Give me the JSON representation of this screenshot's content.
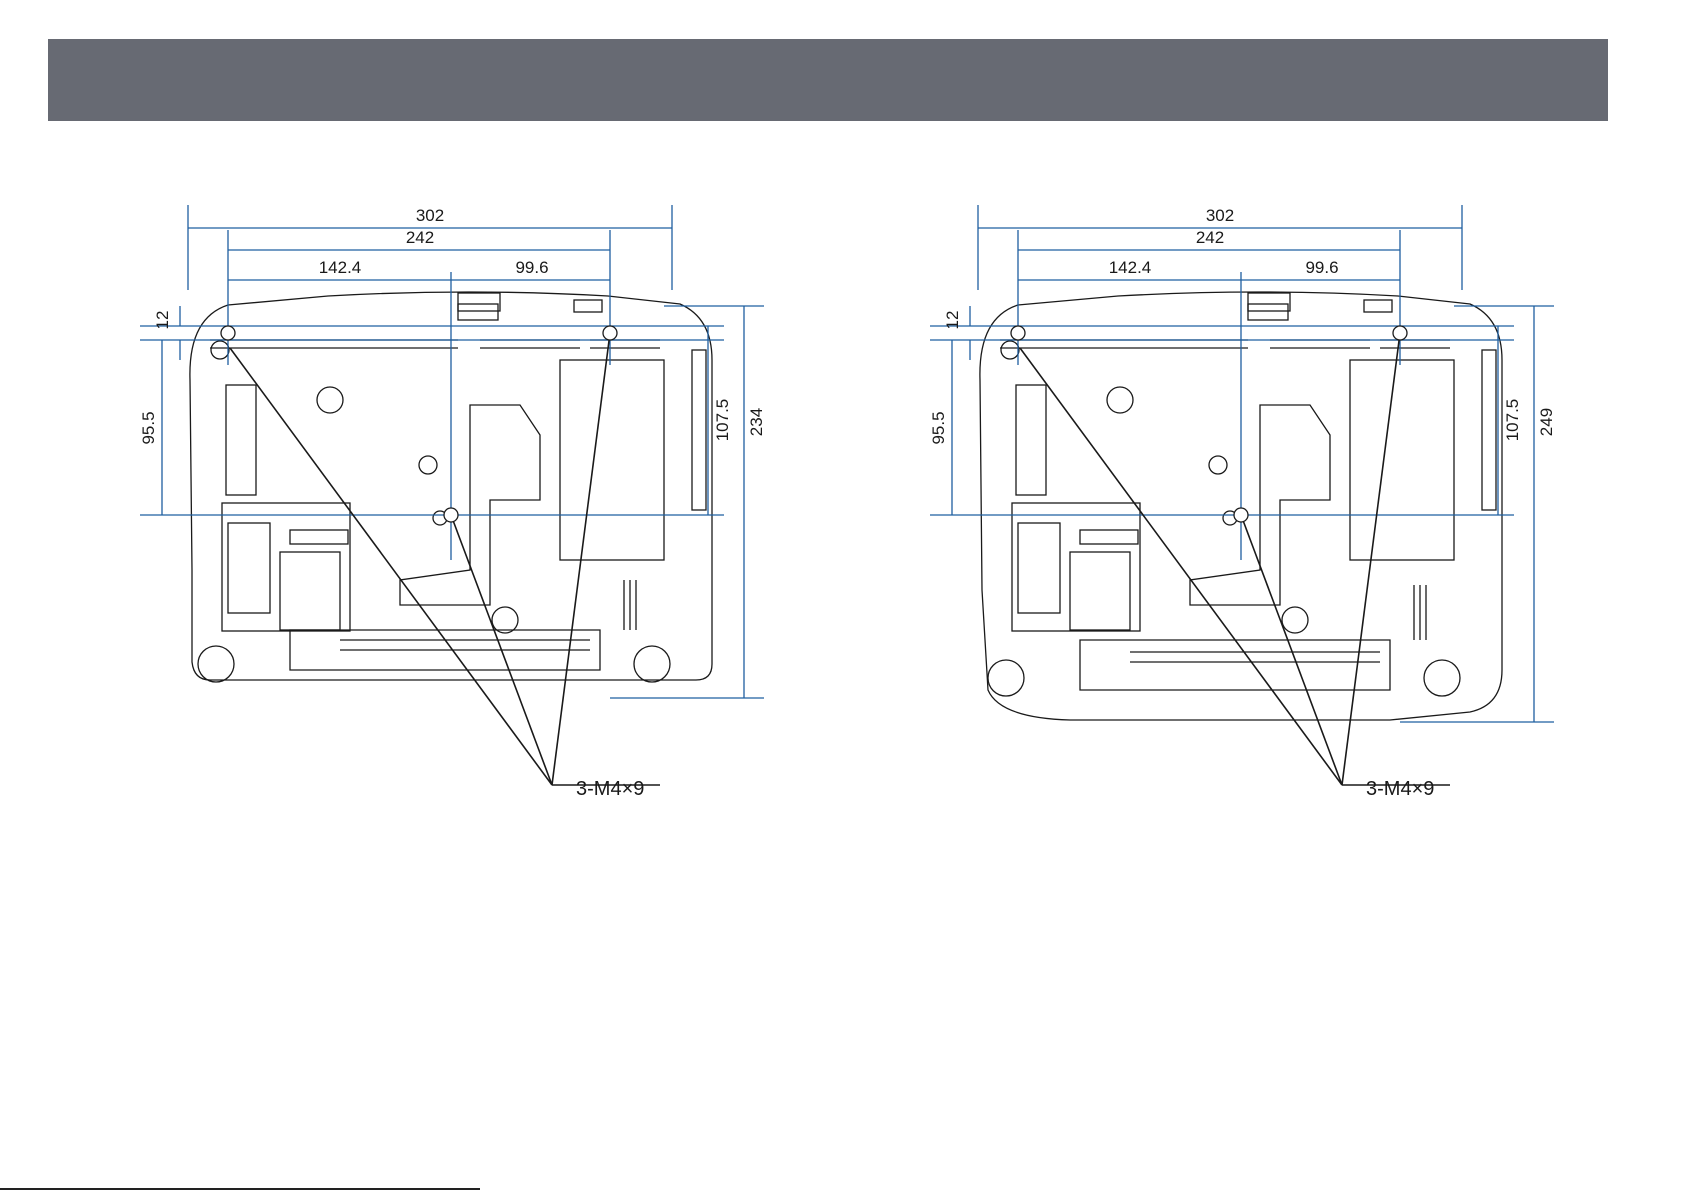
{
  "colors": {
    "header": "#676a73",
    "dimension": "#1f5fa0",
    "outline": "#1a1a1a"
  },
  "diagrams": [
    {
      "dim_width_total": "302",
      "dim_width_holes": "242",
      "dim_left_segment": "142.4",
      "dim_right_segment": "99.6",
      "dim_top_offset": "12",
      "dim_left_vertical": "95.5",
      "dim_right_vertical": "107.5",
      "dim_total_depth": "234",
      "screw_callout": "3-M4×9"
    },
    {
      "dim_width_total": "302",
      "dim_width_holes": "242",
      "dim_left_segment": "142.4",
      "dim_right_segment": "99.6",
      "dim_top_offset": "12",
      "dim_left_vertical": "95.5",
      "dim_right_vertical": "107.5",
      "dim_total_depth": "249",
      "screw_callout": "3-M4×9"
    }
  ]
}
